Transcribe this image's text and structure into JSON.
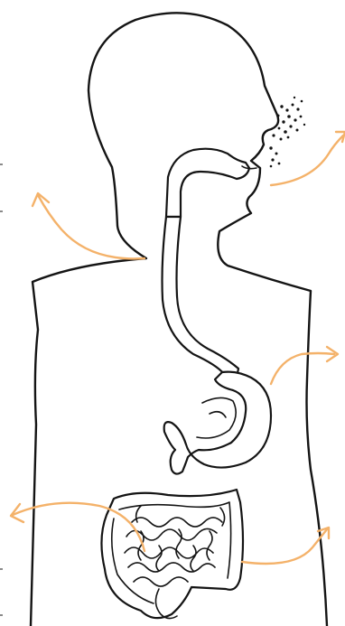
{
  "diagram": {
    "subject": "human-digestive-system-line-art",
    "colors": {
      "outline": "#141414",
      "arrow": "#f4b26a",
      "background": "#ffffff"
    },
    "arrows": [
      {
        "id": "arrow-mouth",
        "icon": "curved-arrow-icon",
        "direction": "up-right"
      },
      {
        "id": "arrow-neck",
        "icon": "curved-arrow-icon",
        "direction": "up-left"
      },
      {
        "id": "arrow-stomach",
        "icon": "curved-arrow-icon",
        "direction": "up-right"
      },
      {
        "id": "arrow-intestine-left",
        "icon": "curved-arrow-icon",
        "direction": "left"
      },
      {
        "id": "arrow-intestine-right",
        "icon": "curved-arrow-icon",
        "direction": "up-right"
      }
    ],
    "labels": []
  }
}
